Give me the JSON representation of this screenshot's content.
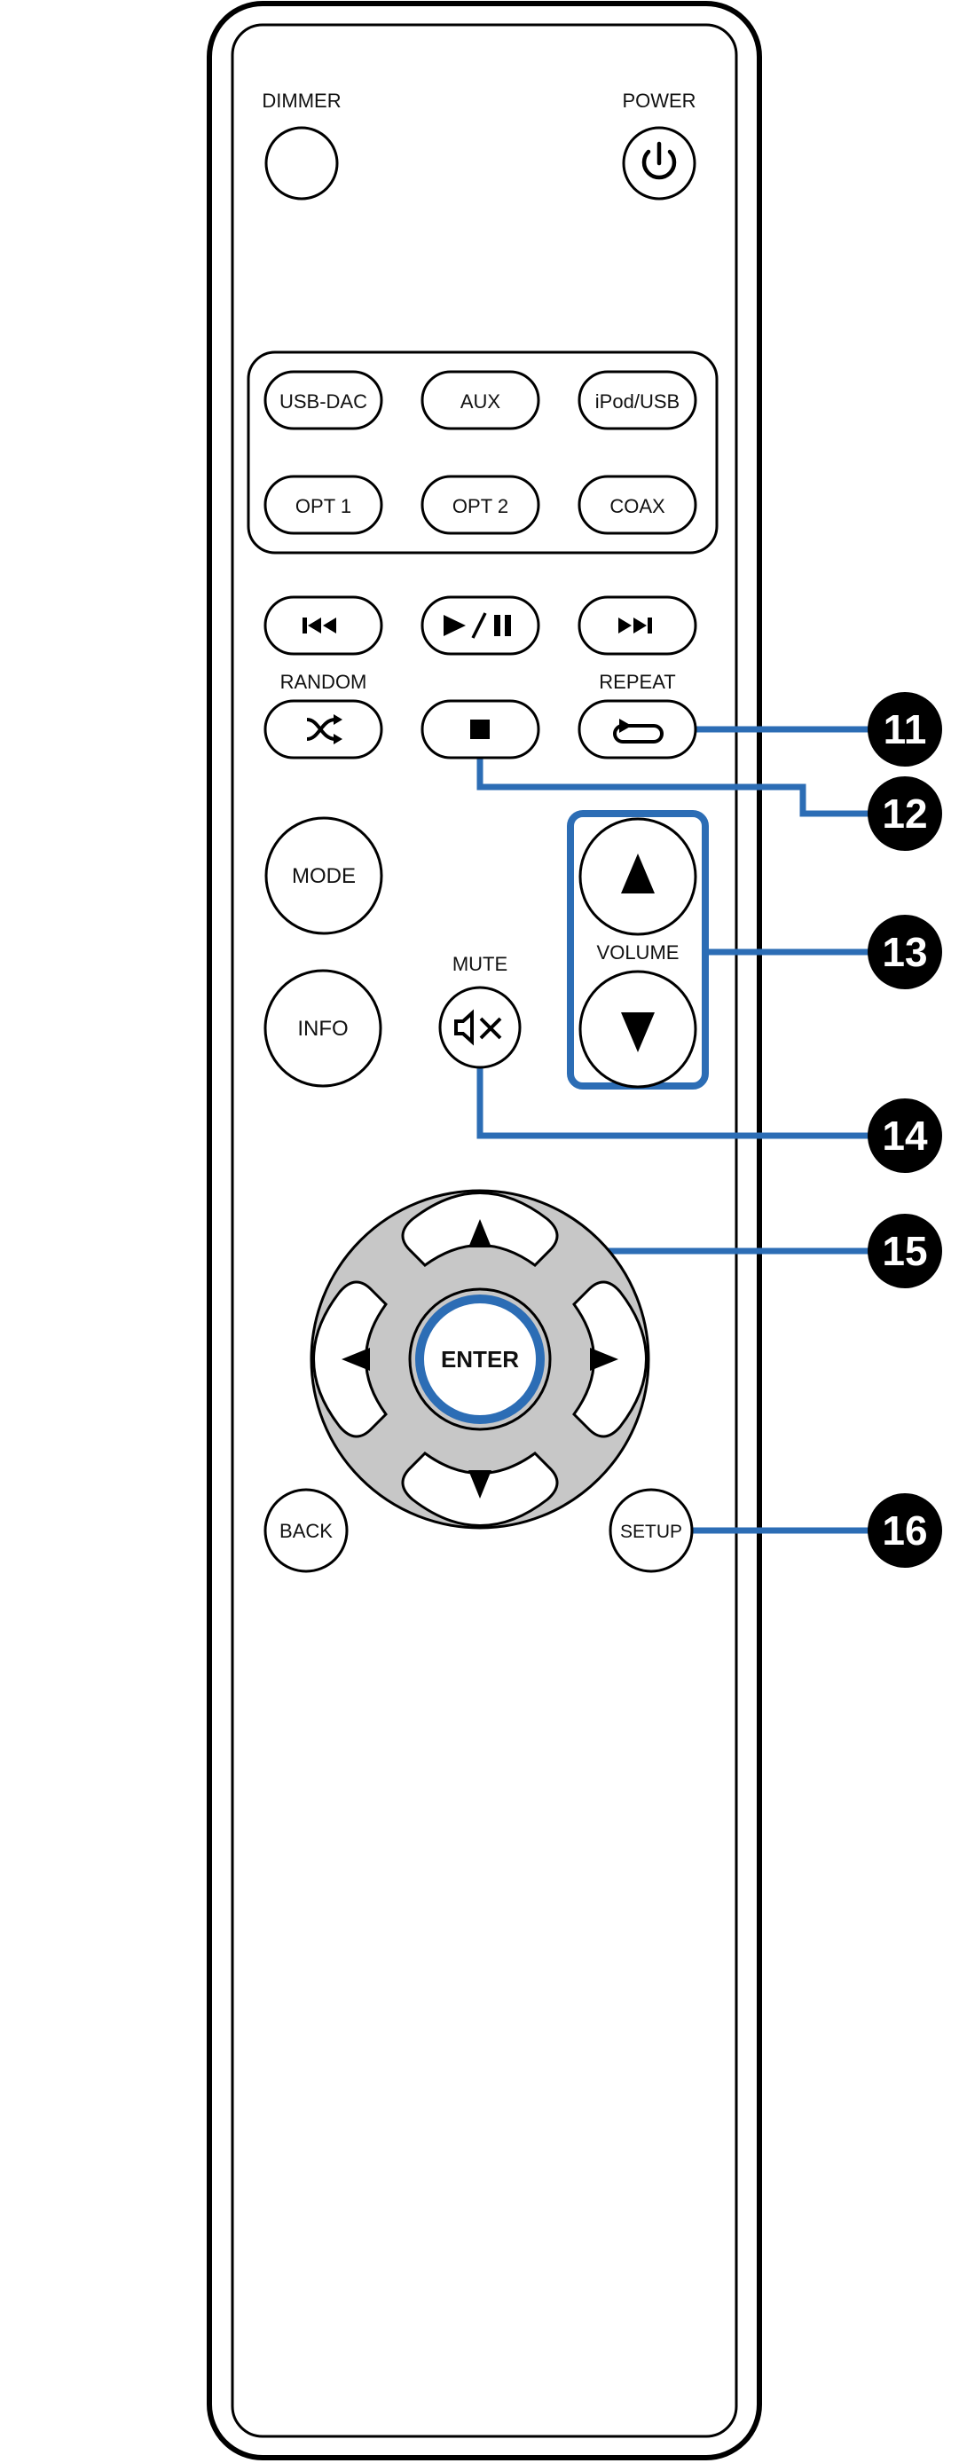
{
  "top": {
    "dimmer": "DIMMER",
    "power": "POWER"
  },
  "sources": {
    "row1": [
      "USB-DAC",
      "AUX",
      "iPod/USB"
    ],
    "row2": [
      "OPT 1",
      "OPT 2",
      "COAX"
    ]
  },
  "playback": {
    "random": "RANDOM",
    "repeat": "REPEAT",
    "prev_icon": "skip-previous-icon",
    "play_pause_icon": "play-pause-icon",
    "next_icon": "skip-next-icon",
    "shuffle_icon": "shuffle-icon",
    "stop_icon": "stop-icon",
    "repeat_icon": "repeat-icon"
  },
  "modes": {
    "mode": "MODE",
    "info": "INFO",
    "mute": "MUTE",
    "mute_icon": "mute-icon",
    "volume": "VOLUME"
  },
  "nav": {
    "enter": "ENTER",
    "back": "BACK",
    "setup": "SETUP"
  },
  "callouts": [
    "11",
    "12",
    "13",
    "14",
    "15",
    "16"
  ],
  "colors": {
    "callout_line": "#2c6db5",
    "callout_badge": "#000000",
    "dpad_ring": "#c7c7c7",
    "outline": "#000000"
  }
}
